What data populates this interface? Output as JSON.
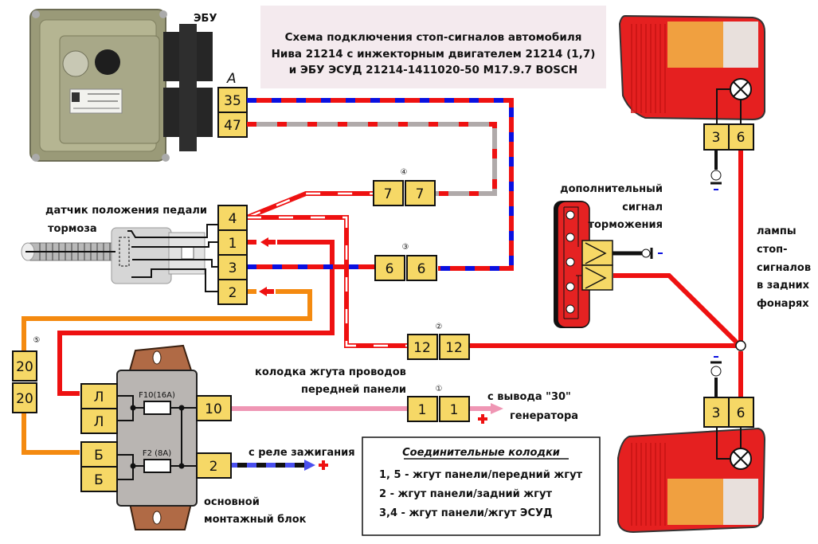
{
  "title": {
    "lines": [
      "Схема подключения стоп-сигналов автомобиля",
      "Нива 21214 с инжекторным двигателем 21214 (1,7)",
      "и ЭБУ ЭСУД 21214-1411020-50 M17.9.7 BOSCH"
    ]
  },
  "ecu": {
    "label": "ЭБУ",
    "connector_label": "A",
    "pins": [
      "35",
      "47"
    ]
  },
  "brake_switch": {
    "label_line1": "датчик положения педали",
    "label_line2": "тормоза",
    "pins": [
      "4",
      "1",
      "3",
      "2"
    ]
  },
  "connectors": {
    "c4": {
      "num": "④",
      "pins": [
        "7",
        "7"
      ]
    },
    "c3": {
      "num": "③",
      "pins": [
        "6",
        "6"
      ]
    },
    "c2": {
      "num": "②",
      "pins": [
        "12",
        "12"
      ]
    },
    "c1": {
      "num": "①",
      "pins": [
        "1",
        "1"
      ]
    },
    "c5": {
      "num": "⑤",
      "pins": [
        "20",
        "20"
      ]
    }
  },
  "mount_block": {
    "label_line1": "основной",
    "label_line2": "монтажный блок",
    "left_pins": [
      "Л",
      "Л",
      "Б",
      "Б"
    ],
    "right_pins": [
      "10",
      "2"
    ],
    "fuses": [
      "F10(16A)",
      "F2 (8A)"
    ]
  },
  "front_harness": {
    "label_line1": "колодка жгута проводов",
    "label_line2": "передней панели"
  },
  "generator": {
    "label_line1": "с вывода \"30\"",
    "label_line2": "генератора",
    "polarity": "+"
  },
  "ignition_relay": {
    "label": "с реле зажигания",
    "polarity": "+"
  },
  "extra_brake_light": {
    "label_line1": "дополнительный",
    "label_line2": "сигнал",
    "label_line3": "торможения",
    "ground": "-"
  },
  "rear_lamps": {
    "label_lines": [
      "лампы",
      "стоп-",
      "сигналов",
      "в задних",
      "фонарях"
    ],
    "pins": [
      "3",
      "6"
    ],
    "ground": "-"
  },
  "legend": {
    "title": "Соединительные колодки",
    "items": [
      "1, 5 - жгут панели/передний жгут",
      "2 - жгут панели/задний жгут",
      "3,4 - жгут панели/жгут ЭСУД"
    ]
  },
  "colors": {
    "red": "#ee1111",
    "blue": "#0a10e0",
    "gray": "#b0aaaa",
    "orange": "#f48a10",
    "pink": "#ef96b4",
    "pin_fill": "#f6d866",
    "title_bg": "#f4eaee",
    "block_gray": "#b9b5b2",
    "lamp_red": "#e52222"
  }
}
